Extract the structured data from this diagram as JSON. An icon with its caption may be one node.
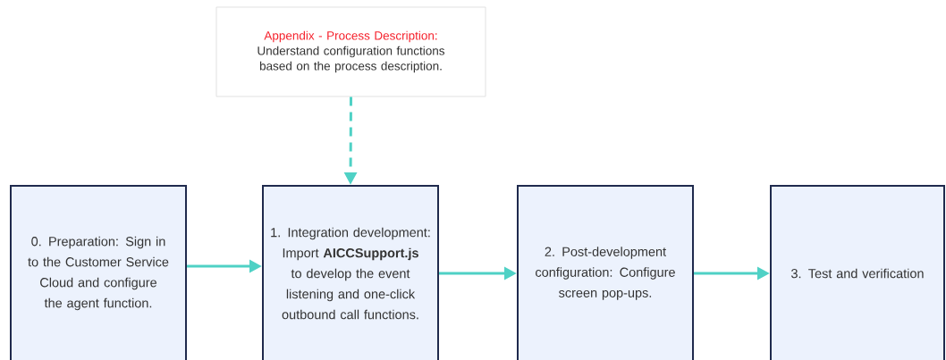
{
  "diagram": {
    "nodes": [
      {
        "text": [
          "Appendix - Process Description:",
          "Understand configuration functions based on the process description."
        ]
      },
      {
        "text": [
          "0. Preparation: Sign in to the Customer Service Cloud and configure the agent function."
        ]
      },
      {
        "text": [
          "1. Integration development: Import **AICCSupport.js** to develop the event listening and one-click outbound call functions."
        ]
      },
      {
        "text": [
          "2. Post-development configuration: Configure screen pop-ups."
        ]
      },
      {
        "text": [
          "3. Test and verification"
        ]
      }
    ],
    "edges": [
      {
        "from": 0,
        "to": 2,
        "arrow": "to",
        "style": "dashed"
      },
      {
        "from": 1,
        "to": 2,
        "arrow": "to"
      },
      {
        "from": 2,
        "to": 3,
        "arrow": "to"
      },
      {
        "from": 3,
        "to": 4,
        "arrow": "to"
      }
    ]
  }
}
